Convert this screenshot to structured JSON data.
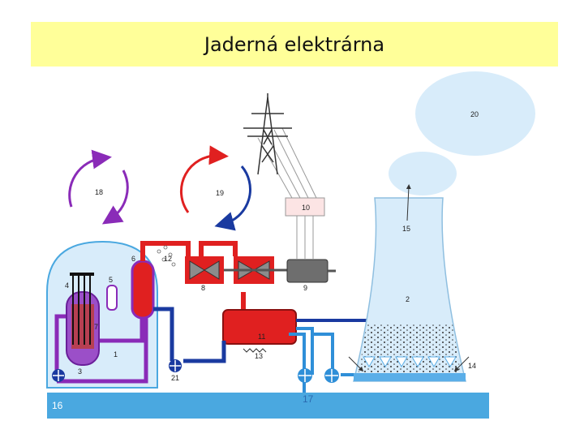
{
  "title": "Jaderná elektrárna",
  "labels": {
    "l1": "1",
    "l2": "2",
    "l3": "3",
    "l4": "4",
    "l5": "5",
    "l6": "6",
    "l7": "7",
    "l8": "8",
    "l9": "9",
    "l10": "10",
    "l11": "11",
    "l12": "12",
    "l13": "13",
    "l14": "14",
    "l15": "15",
    "l16": "16",
    "l17": "17",
    "l18": "18",
    "l19": "19",
    "l20": "20",
    "l21": "21"
  },
  "colors": {
    "title_bg": "#ffff99",
    "primary_loop": "#8a2bb8",
    "steam_loop_hot": "#e02020",
    "steam_loop_cold": "#1a3aa0",
    "cooling_water": "#2f8fd8",
    "river": "#4aa8e0",
    "cloud": "#d8ecfa"
  },
  "icons": [
    "power-pylon-icon",
    "pump-icon",
    "turbine-icon",
    "generator-icon"
  ]
}
